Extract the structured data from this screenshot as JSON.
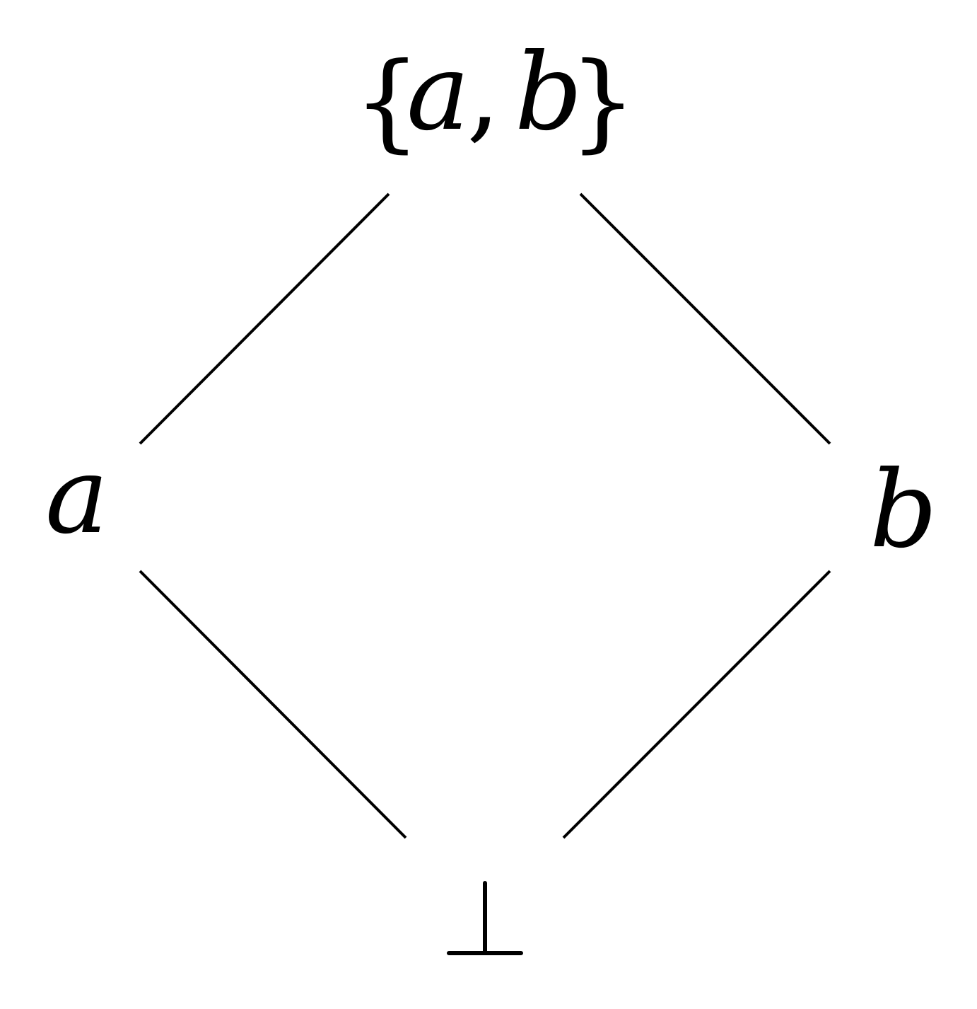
{
  "diagram": {
    "type": "hasse-lattice",
    "nodes": {
      "top": {
        "label": "{a, b}",
        "parts": [
          "{",
          "a",
          ",",
          "b",
          "}"
        ]
      },
      "left": {
        "label": "a"
      },
      "right": {
        "label": "b"
      },
      "bottom": {
        "label": "⊥"
      }
    },
    "edges": [
      {
        "from": "top",
        "to": "left"
      },
      {
        "from": "top",
        "to": "right"
      },
      {
        "from": "left",
        "to": "bottom"
      },
      {
        "from": "right",
        "to": "bottom"
      }
    ],
    "line_color": "#000000"
  }
}
